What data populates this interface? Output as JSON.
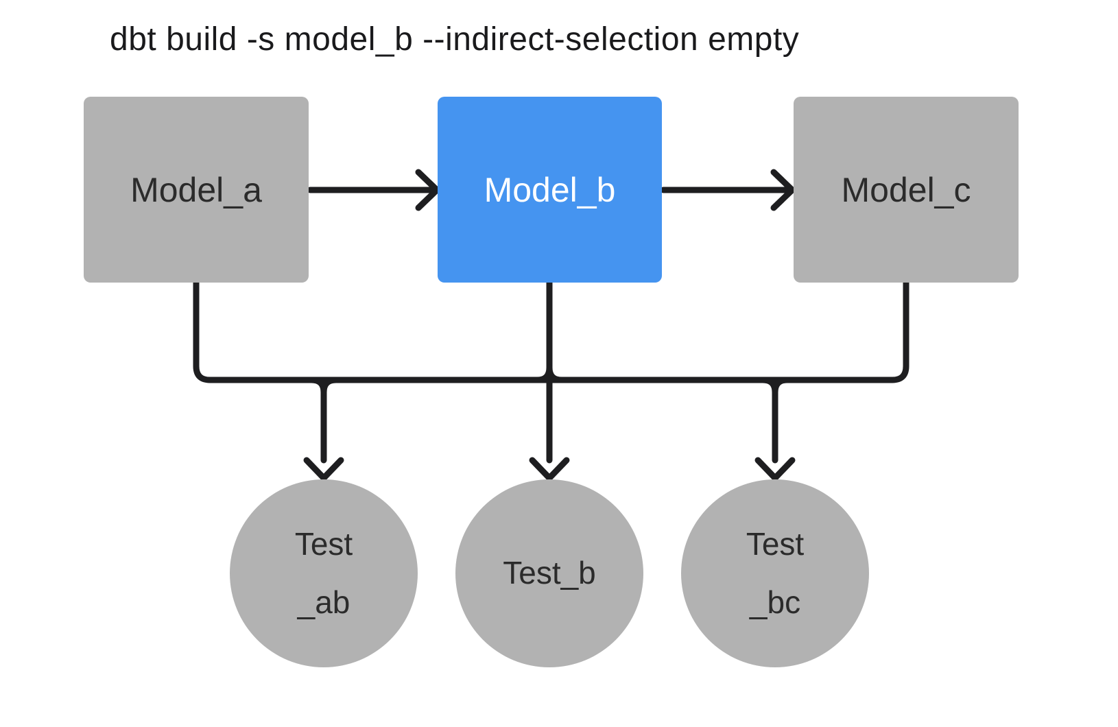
{
  "title": "dbt build -s model_b --indirect-selection empty",
  "colors": {
    "background": "#ffffff",
    "node_gray": "#b2b2b2",
    "node_selected_blue": "#4594f0",
    "edge_stroke": "#1e1e20",
    "node_text_dark": "#2b2b2b",
    "node_text_light": "#ffffff",
    "title_text": "#1a1a1c"
  },
  "nodes": {
    "model_a": {
      "label": "Model_a",
      "kind": "model",
      "selected": false
    },
    "model_b": {
      "label": "Model_b",
      "kind": "model",
      "selected": true
    },
    "model_c": {
      "label": "Model_c",
      "kind": "model",
      "selected": false
    },
    "test_ab": {
      "label_line1": "Test",
      "label_line2": "_ab",
      "kind": "test"
    },
    "test_b": {
      "label_line1": "Test_b",
      "kind": "test"
    },
    "test_bc": {
      "label_line1": "Test",
      "label_line2": "_bc",
      "kind": "test"
    }
  },
  "edges": [
    {
      "from": "model_a",
      "to": "model_b",
      "style": "arrow"
    },
    {
      "from": "model_b",
      "to": "model_c",
      "style": "arrow"
    },
    {
      "from": "model_a",
      "to": "bus",
      "style": "elbow"
    },
    {
      "from": "model_b",
      "to": "bus",
      "style": "straight-through"
    },
    {
      "from": "model_c",
      "to": "bus",
      "style": "elbow"
    },
    {
      "from": "bus",
      "to": "test_ab",
      "style": "arrow"
    },
    {
      "from": "bus",
      "to": "test_b",
      "style": "arrow"
    },
    {
      "from": "bus",
      "to": "test_bc",
      "style": "arrow"
    }
  ]
}
